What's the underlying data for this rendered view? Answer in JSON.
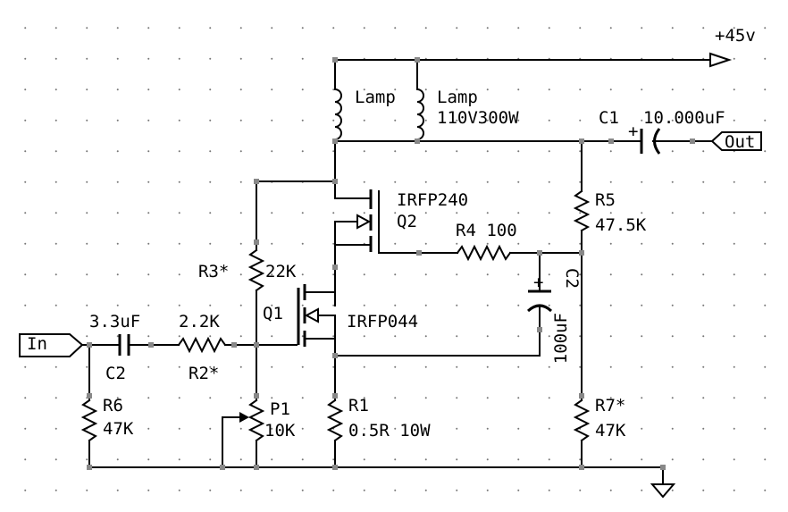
{
  "schematic": {
    "supply": "+45v",
    "lamp1": "Lamp",
    "lamp2": "Lamp",
    "lamp2_rating": "110V300W",
    "c1_name": "C1",
    "c1_value": "10.000uF",
    "out_port": "Out",
    "in_port": "In",
    "q2_part": "IRFP240",
    "q2_name": "Q2",
    "q1_name": "Q1",
    "q1_part": "IRFP044",
    "r5_name": "R5",
    "r5_value": "47.5K",
    "r4_label": "R4 100",
    "c2b_name": "C2",
    "c2b_value": "100uF",
    "r3_name": "R3*",
    "r3_value": "22K",
    "c2_value": "3.3uF",
    "c2_name": "C2",
    "r2_value": "2.2K",
    "r2_name": "R2*",
    "r6_name": "R6",
    "r6_value": "47K",
    "p1_name": "P1",
    "p1_value": "10K",
    "r1_name": "R1",
    "r1_value": "0.5R 10W",
    "r7_name": "R7*",
    "r7_value": "47K"
  }
}
